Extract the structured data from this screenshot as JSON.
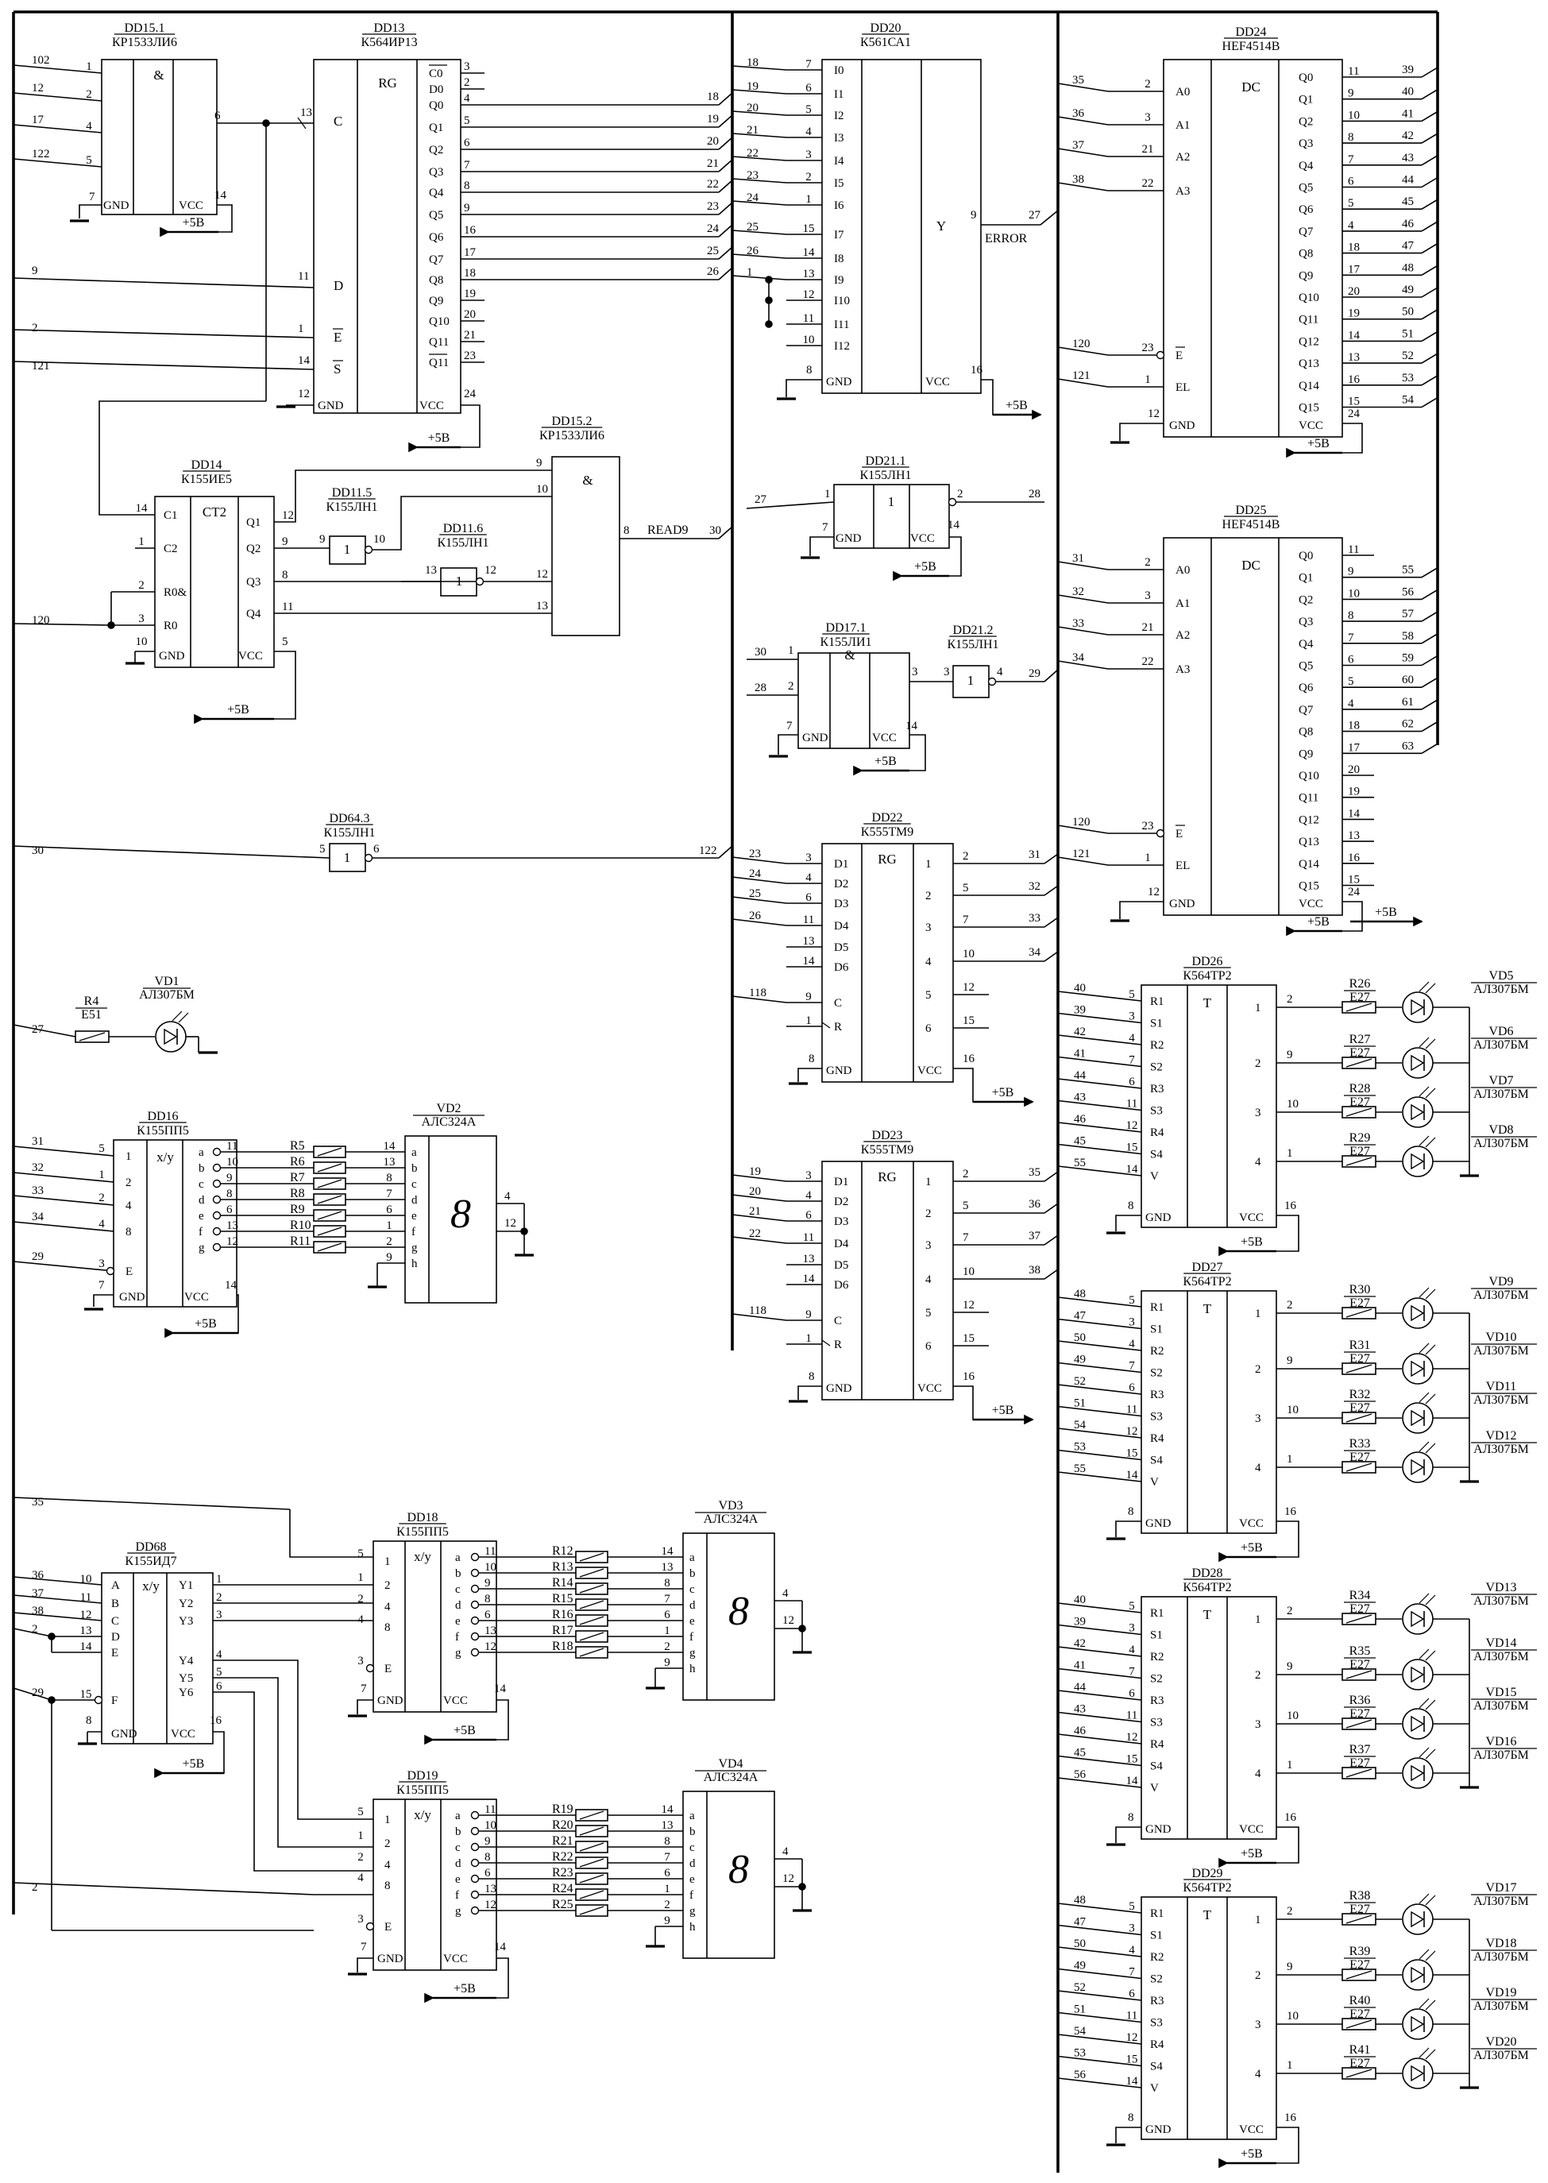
{
  "power_label": "+5B",
  "gnd_label": "GND",
  "vcc_label": "VCC",
  "chips": [
    {
      "name": "DD15.1",
      "type": "КР1533ЛИ6",
      "sym": "&",
      "in_pins": [
        "1",
        "2",
        "4",
        "5"
      ],
      "nets": [
        "102",
        "12",
        "17",
        "122"
      ],
      "out_pin": "6",
      "gnd_pin": "7",
      "vcc_pin": "14"
    },
    {
      "name": "DD13",
      "type": "К564ИР13",
      "sym": "RG",
      "left_labels": [
        "C",
        "D",
        "E",
        "S"
      ],
      "left_pins": [
        "13",
        "11",
        "1",
        "14"
      ],
      "left_nets": [
        "",
        "9",
        "2",
        "121"
      ],
      "gnd_pin": "12",
      "vcc_pin": "24",
      "right_labels": [
        "C0",
        "D0",
        "Q0",
        "Q1",
        "Q2",
        "Q3",
        "Q4",
        "Q5",
        "Q6",
        "Q7",
        "Q8",
        "Q9",
        "Q10",
        "Q11",
        "Q11"
      ],
      "right_pins": [
        "3",
        "2",
        "4",
        "5",
        "6",
        "7",
        "8",
        "9",
        "16",
        "17",
        "18",
        "19",
        "20",
        "21",
        "23"
      ],
      "right_nets": [
        "",
        "",
        "18",
        "19",
        "20",
        "21",
        "22",
        "23",
        "24",
        "25",
        "26",
        "",
        "",
        "",
        ""
      ]
    },
    {
      "name": "DD14",
      "type": "К155ИЕ5",
      "sym": "CT2",
      "left_labels": [
        "C1",
        "C2",
        "R0&",
        "R0"
      ],
      "left_pins": [
        "14",
        "1",
        "2",
        "3"
      ],
      "right_labels": [
        "Q1",
        "Q2",
        "Q3",
        "Q4"
      ],
      "right_pins": [
        "12",
        "9",
        "8",
        "11"
      ],
      "gnd_pin": "10",
      "vcc_pin": "5",
      "net": "120"
    },
    {
      "name": "DD11.5",
      "type": "К155ЛН1",
      "sym": "1",
      "in_pin": "9",
      "out_pin": "10"
    },
    {
      "name": "DD11.6",
      "type": "К155ЛН1",
      "sym": "1",
      "in_pin": "13",
      "out_pin": "12"
    },
    {
      "name": "DD15.2",
      "type": "КР1533ЛИ6",
      "sym": "&",
      "in_pins": [
        "9",
        "10",
        "12",
        "13"
      ],
      "out_pin": "8",
      "out_net": "30",
      "out_label": "READ9"
    },
    {
      "name": "DD64.3",
      "type": "К155ЛН1",
      "sym": "1",
      "in_pin": "5",
      "out_pin": "6",
      "in_net": "30",
      "out_net": "122"
    },
    {
      "name": "DD20",
      "type": "К561СА1",
      "sym": "Y",
      "left_labels": [
        "I0",
        "I1",
        "I2",
        "I3",
        "I4",
        "I5",
        "I6",
        "I7",
        "I8",
        "I9",
        "I10",
        "I11",
        "I12"
      ],
      "left_pins": [
        "7",
        "6",
        "5",
        "4",
        "3",
        "2",
        "1",
        "15",
        "14",
        "13",
        "12",
        "11",
        "10"
      ],
      "left_nets": [
        "18",
        "19",
        "20",
        "21",
        "22",
        "23",
        "24",
        "25",
        "26",
        "1",
        "",
        "",
        ""
      ],
      "out_pin": "9",
      "out_net": "27",
      "out_label": "ERROR",
      "gnd_pin": "8",
      "vcc_pin": "16"
    },
    {
      "name": "DD21.1",
      "type": "К155ЛН1",
      "sym": "1",
      "in_pin": "1",
      "out_pin": "2",
      "in_net": "27",
      "out_net": "28",
      "gnd_pin": "7",
      "vcc_pin": "14"
    },
    {
      "name": "DD17.1",
      "type": "К155ЛИ1",
      "sym": "&",
      "in_pins": [
        "1",
        "2"
      ],
      "in_nets": [
        "30",
        "28"
      ],
      "out_pin": "3",
      "gnd_pin": "7",
      "vcc_pin": "14"
    },
    {
      "name": "DD21.2",
      "type": "К155ЛН1",
      "sym": "1",
      "in_pin": "3",
      "out_pin": "4",
      "out_net": "29"
    },
    {
      "name": "DD22",
      "type": "К555ТМ9",
      "sym": "RG",
      "left_labels": [
        "D1",
        "D2",
        "D3",
        "D4",
        "D5",
        "D6",
        "C",
        "R"
      ],
      "left_pins": [
        "3",
        "4",
        "6",
        "11",
        "13",
        "14",
        "9",
        "1"
      ],
      "left_nets": [
        "23",
        "24",
        "25",
        "26",
        "",
        "",
        "118",
        ""
      ],
      "right_pins": [
        "2",
        "5",
        "7",
        "10",
        "12",
        "15"
      ],
      "right_nums": [
        "1",
        "2",
        "3",
        "4",
        "5",
        "6"
      ],
      "right_nets": [
        "31",
        "32",
        "33",
        "34",
        "",
        ""
      ],
      "gnd_pin": "8",
      "vcc_pin": "16"
    },
    {
      "name": "DD23",
      "type": "К555ТМ9",
      "sym": "RG",
      "left_labels": [
        "D1",
        "D2",
        "D3",
        "D4",
        "D5",
        "D6",
        "C",
        "R"
      ],
      "left_pins": [
        "3",
        "4",
        "6",
        "11",
        "13",
        "14",
        "9",
        "1"
      ],
      "left_nets": [
        "19",
        "20",
        "21",
        "22",
        "",
        "",
        "118",
        ""
      ],
      "right_pins": [
        "2",
        "5",
        "7",
        "10",
        "12",
        "15"
      ],
      "right_nums": [
        "1",
        "2",
        "3",
        "4",
        "5",
        "6"
      ],
      "right_nets": [
        "35",
        "36",
        "37",
        "38",
        "",
        ""
      ],
      "gnd_pin": "8",
      "vcc_pin": "16"
    },
    {
      "name": "DD24",
      "type": "HEF4514B",
      "sym": "DC",
      "left_labels": [
        "A0",
        "A1",
        "A2",
        "A3",
        "E",
        "EL"
      ],
      "left_pins": [
        "2",
        "3",
        "21",
        "22",
        "23",
        "1"
      ],
      "left_nets": [
        "35",
        "36",
        "37",
        "38",
        "120",
        "121"
      ],
      "right_labels": [
        "Q0",
        "Q1",
        "Q2",
        "Q3",
        "Q4",
        "Q5",
        "Q6",
        "Q7",
        "Q8",
        "Q9",
        "Q10",
        "Q11",
        "Q12",
        "Q13",
        "Q14",
        "Q15"
      ],
      "right_pins": [
        "11",
        "9",
        "10",
        "8",
        "7",
        "6",
        "5",
        "4",
        "18",
        "17",
        "20",
        "19",
        "14",
        "13",
        "16",
        "15"
      ],
      "right_nets": [
        "39",
        "40",
        "41",
        "42",
        "43",
        "44",
        "45",
        "46",
        "47",
        "48",
        "49",
        "50",
        "51",
        "52",
        "53",
        "54"
      ],
      "gnd_pin": "12",
      "vcc_pin": "24"
    },
    {
      "name": "DD25",
      "type": "HEF4514B",
      "sym": "DC",
      "left_labels": [
        "A0",
        "A1",
        "A2",
        "A3",
        "E",
        "EL"
      ],
      "left_pins": [
        "2",
        "3",
        "21",
        "22",
        "23",
        "1"
      ],
      "left_nets": [
        "31",
        "32",
        "33",
        "34",
        "120",
        "121"
      ],
      "right_labels": [
        "Q0",
        "Q1",
        "Q2",
        "Q3",
        "Q4",
        "Q5",
        "Q6",
        "Q7",
        "Q8",
        "Q9",
        "Q10",
        "Q11",
        "Q12",
        "Q13",
        "Q14",
        "Q15"
      ],
      "right_pins": [
        "11",
        "9",
        "10",
        "8",
        "7",
        "6",
        "5",
        "4",
        "18",
        "17",
        "20",
        "19",
        "14",
        "13",
        "16",
        "15"
      ],
      "right_nets": [
        "",
        "55",
        "56",
        "57",
        "58",
        "59",
        "60",
        "61",
        "62",
        "63",
        "",
        "",
        "",
        "",
        "",
        ""
      ],
      "gnd_pin": "12",
      "vcc_pin": "24"
    },
    {
      "name": "DD16",
      "type": "К155ПП5",
      "sym": "x/y",
      "left_labels": [
        "1",
        "2",
        "4",
        "8",
        "E"
      ],
      "left_pins": [
        "5",
        "1",
        "2",
        "4",
        "3"
      ],
      "left_nets": [
        "31",
        "32",
        "33",
        "34",
        "29"
      ],
      "right_labels": [
        "a",
        "b",
        "c",
        "d",
        "e",
        "f",
        "g"
      ],
      "right_pins": [
        "11",
        "10",
        "9",
        "8",
        "6",
        "13",
        "12"
      ],
      "gnd_pin": "7",
      "vcc_pin": "14"
    },
    {
      "name": "DD18",
      "type": "К155ПП5",
      "sym": "x/y",
      "left_labels": [
        "1",
        "2",
        "4",
        "8",
        "E"
      ],
      "left_pins": [
        "5",
        "1",
        "2",
        "4",
        "3"
      ],
      "right_labels": [
        "a",
        "b",
        "c",
        "d",
        "e",
        "f",
        "g"
      ],
      "right_pins": [
        "11",
        "10",
        "9",
        "8",
        "6",
        "13",
        "12"
      ],
      "gnd_pin": "7",
      "vcc_pin": "14"
    },
    {
      "name": "DD19",
      "type": "К155ПП5",
      "sym": "x/y",
      "left_labels": [
        "1",
        "2",
        "4",
        "8",
        "E"
      ],
      "left_pins": [
        "5",
        "1",
        "2",
        "4",
        "3"
      ],
      "right_labels": [
        "a",
        "b",
        "c",
        "d",
        "e",
        "f",
        "g"
      ],
      "right_pins": [
        "11",
        "10",
        "9",
        "8",
        "6",
        "13",
        "12"
      ],
      "gnd_pin": "7",
      "vcc_pin": "14"
    },
    {
      "name": "DD68",
      "type": "К155ИД7",
      "sym": "x/y",
      "left_labels": [
        "A",
        "B",
        "C",
        "D",
        "E",
        "F"
      ],
      "left_pins": [
        "10",
        "11",
        "12",
        "13",
        "14",
        "15"
      ],
      "left_nets": [
        "36",
        "37",
        "38",
        "2",
        "",
        "29"
      ],
      "right_labels": [
        "Y1",
        "Y2",
        "Y3",
        "Y4",
        "Y5",
        "Y6"
      ],
      "right_pins": [
        "1",
        "2",
        "3",
        "4",
        "5",
        "6"
      ],
      "gnd_pin": "8",
      "vcc_pin": "16",
      "top_net": "35"
    },
    {
      "name": "DD26",
      "type": "К564ТР2",
      "sym": "T",
      "left_labels": [
        "R1",
        "S1",
        "R2",
        "S2",
        "R3",
        "S3",
        "R4",
        "S4",
        "V"
      ],
      "left_pins": [
        "5",
        "3",
        "4",
        "7",
        "6",
        "11",
        "12",
        "15",
        "14"
      ],
      "left_nets": [
        "40",
        "39",
        "42",
        "41",
        "44",
        "43",
        "46",
        "45",
        "55"
      ],
      "right_nums": [
        "1",
        "2",
        "3",
        "4"
      ],
      "right_pins": [
        "2",
        "9",
        "10",
        "1"
      ],
      "gnd_pin": "8",
      "vcc_pin": "16"
    },
    {
      "name": "DD27",
      "type": "К564ТР2",
      "sym": "T",
      "left_labels": [
        "R1",
        "S1",
        "R2",
        "S2",
        "R3",
        "S3",
        "R4",
        "S4",
        "V"
      ],
      "left_pins": [
        "5",
        "3",
        "4",
        "7",
        "6",
        "11",
        "12",
        "15",
        "14"
      ],
      "left_nets": [
        "48",
        "47",
        "50",
        "49",
        "52",
        "51",
        "54",
        "53",
        "55"
      ],
      "right_nums": [
        "1",
        "2",
        "3",
        "4"
      ],
      "right_pins": [
        "2",
        "9",
        "10",
        "1"
      ],
      "gnd_pin": "8",
      "vcc_pin": "16"
    },
    {
      "name": "DD28",
      "type": "К564ТР2",
      "sym": "T",
      "left_labels": [
        "R1",
        "S1",
        "R2",
        "S2",
        "R3",
        "S3",
        "R4",
        "S4",
        "V"
      ],
      "left_pins": [
        "5",
        "3",
        "4",
        "7",
        "6",
        "11",
        "12",
        "15",
        "14"
      ],
      "left_nets": [
        "40",
        "39",
        "42",
        "41",
        "44",
        "43",
        "46",
        "45",
        "56"
      ],
      "right_nums": [
        "1",
        "2",
        "3",
        "4"
      ],
      "right_pins": [
        "2",
        "9",
        "10",
        "1"
      ],
      "gnd_pin": "8",
      "vcc_pin": "16"
    },
    {
      "name": "DD29",
      "type": "К564ТР2",
      "sym": "T",
      "left_labels": [
        "R1",
        "S1",
        "R2",
        "S2",
        "R3",
        "S3",
        "R4",
        "S4",
        "V"
      ],
      "left_pins": [
        "5",
        "3",
        "4",
        "7",
        "6",
        "11",
        "12",
        "15",
        "14"
      ],
      "left_nets": [
        "48",
        "47",
        "50",
        "49",
        "52",
        "51",
        "54",
        "53",
        "56"
      ],
      "right_nums": [
        "1",
        "2",
        "3",
        "4"
      ],
      "right_pins": [
        "2",
        "9",
        "10",
        "1"
      ],
      "gnd_pin": "8",
      "vcc_pin": "16"
    }
  ],
  "resistors": {
    "R4": {
      "name": "R4",
      "value": "E51",
      "net": "27"
    },
    "group_dd16": [
      "R5",
      "R6",
      "R7",
      "R8",
      "R9",
      "R10",
      "R11"
    ],
    "group_dd18": [
      "R12",
      "R13",
      "R14",
      "R15",
      "R16",
      "R17",
      "R18"
    ],
    "group_dd19": [
      "R19",
      "R20",
      "R21",
      "R22",
      "R23",
      "R24",
      "R25"
    ],
    "led_resistors": [
      "R26",
      "R27",
      "R28",
      "R29",
      "R30",
      "R31",
      "R32",
      "R33",
      "R34",
      "R35",
      "R36",
      "R37",
      "R38",
      "R39",
      "R40",
      "R41"
    ],
    "led_value": "E27"
  },
  "displays": [
    {
      "name": "VD2",
      "type": "АЛС324А",
      "seg_labels": [
        "a",
        "b",
        "c",
        "d",
        "e",
        "f",
        "g",
        "h"
      ],
      "seg_pins": [
        "14",
        "13",
        "8",
        "7",
        "6",
        "1",
        "2",
        "9"
      ],
      "pin4": "4",
      "pin12": "12",
      "glyph": "8"
    },
    {
      "name": "VD3",
      "type": "АЛС324А",
      "seg_labels": [
        "a",
        "b",
        "c",
        "d",
        "e",
        "f",
        "g",
        "h"
      ],
      "seg_pins": [
        "14",
        "13",
        "8",
        "7",
        "6",
        "1",
        "2",
        "9"
      ],
      "pin4": "4",
      "pin12": "12",
      "glyph": "8"
    },
    {
      "name": "VD4",
      "type": "АЛС324А",
      "seg_labels": [
        "a",
        "b",
        "c",
        "d",
        "e",
        "f",
        "g",
        "h"
      ],
      "seg_pins": [
        "14",
        "13",
        "8",
        "7",
        "6",
        "1",
        "2",
        "9"
      ],
      "pin4": "4",
      "pin12": "12",
      "glyph": "8"
    }
  ],
  "leds": {
    "VD1": {
      "name": "VD1",
      "type": "АЛ307БМ"
    },
    "list": [
      "VD5",
      "VD6",
      "VD7",
      "VD8",
      "VD9",
      "VD10",
      "VD11",
      "VD12",
      "VD13",
      "VD14",
      "VD15",
      "VD16",
      "VD17",
      "VD18",
      "VD19",
      "VD20"
    ],
    "type": "АЛ307БМ"
  },
  "nets": {
    "n118": "118",
    "n120": "120",
    "n9": "9",
    "n2": "2",
    "n121": "121",
    "n35": "35",
    "n29": "29",
    "n2b": "2"
  }
}
